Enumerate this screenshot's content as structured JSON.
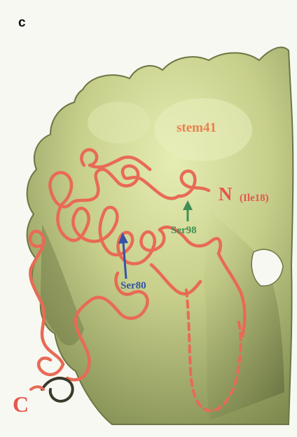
{
  "panel_label": "c",
  "labels": {
    "stem": "stem41",
    "n_term": "N",
    "n_residue": "(Ile18)",
    "ser98": "Ser98",
    "ser80": "Ser80",
    "c_term": "C"
  },
  "colors": {
    "surface": "#c8cf8c",
    "surface_shadow": "#6f7a45",
    "ribbon": "#e86a55",
    "stem_label": "#e8814f",
    "n_label": "#e5564d",
    "ser98": "#3f8f55",
    "ser80": "#3454a8",
    "c_label": "#e5564d"
  }
}
